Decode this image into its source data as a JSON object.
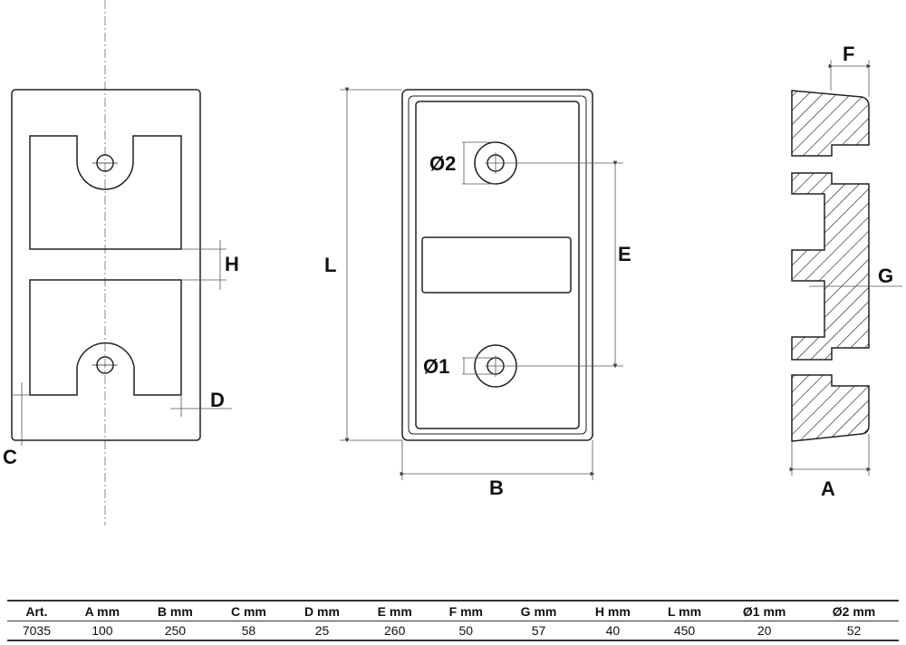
{
  "drawing": {
    "front_view_labels": {
      "H": "H",
      "D": "D",
      "C": "C"
    },
    "top_view_labels": {
      "L": "L",
      "B": "B",
      "E": "E",
      "d1": "Ø1",
      "d2": "Ø2"
    },
    "section_view_labels": {
      "F": "F",
      "G": "G",
      "A": "A"
    }
  },
  "table": {
    "headers": [
      "Art.",
      "A mm",
      "B mm",
      "C mm",
      "D mm",
      "E mm",
      "F mm",
      "G mm",
      "H mm",
      "L mm",
      "Ø1 mm",
      "Ø2 mm"
    ],
    "rows": [
      [
        "7035",
        "100",
        "250",
        "58",
        "25",
        "260",
        "50",
        "57",
        "40",
        "450",
        "20",
        "52"
      ]
    ]
  },
  "colors": {
    "line": "#222222",
    "dim_line": "#555555",
    "background": "#ffffff"
  }
}
